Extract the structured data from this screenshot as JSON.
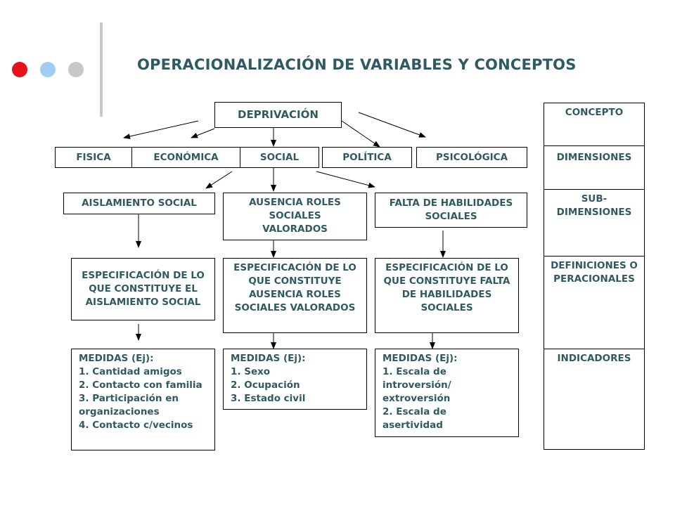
{
  "colors": {
    "dot_red": "#e8101a",
    "dot_blue": "#9fcdf3",
    "dot_gray": "#c8c8c8",
    "text": "#2f5a62"
  },
  "title": "OPERACIONALIZACIÓN DE VARIABLES Y CONCEPTOS",
  "concept": "DEPRIVACIÓN",
  "dimensions": [
    "FISICA",
    "ECONÓMICA",
    "SOCIAL",
    "POLÍTICA",
    "PSICOLÓGICA"
  ],
  "subdimensions": {
    "aislamiento": "AISLAMIENTO SOCIAL",
    "ausencia": "AUSENCIA ROLES SOCIALES VALORADOS",
    "falta": "FALTA DE HABILIDADES SOCIALES"
  },
  "definitions": {
    "aislamiento": "ESPECIFICACIÓN DE LO QUE CONSTITUYE EL AISLAMIENTO SOCIAL",
    "ausencia": "ESPECIFICACIÓN DE LO QUE CONSTITUYE AUSENCIA ROLES SOCIALES VALORADOS",
    "falta": "ESPECIFICACIÓN DE LO QUE CONSTITUYE FALTA DE HABILIDADES SOCIALES"
  },
  "measures": {
    "aislamiento": [
      "MEDIDAS (Ej):",
      "1. Cantidad amigos",
      "2. Contacto con familia",
      "3. Participación en",
      "organizaciones",
      "4. Contacto c/vecinos"
    ],
    "ausencia": [
      "MEDIDAS (Ej):",
      "1. Sexo",
      "2. Ocupación",
      "3. Estado civil"
    ],
    "falta": [
      "MEDIDAS (Ej):",
      "1. Escala de",
      "introversión/",
      "extroversión",
      "2. Escala de",
      "asertividad"
    ]
  },
  "legend": {
    "concepto": "CONCEPTO",
    "dimensiones": "DIMENSIONES",
    "subdimensiones": "SUB-DIMENSIONES",
    "definiciones": "DEFINICIONES OPERACIONALES",
    "indicadores": "INDICADORES"
  }
}
